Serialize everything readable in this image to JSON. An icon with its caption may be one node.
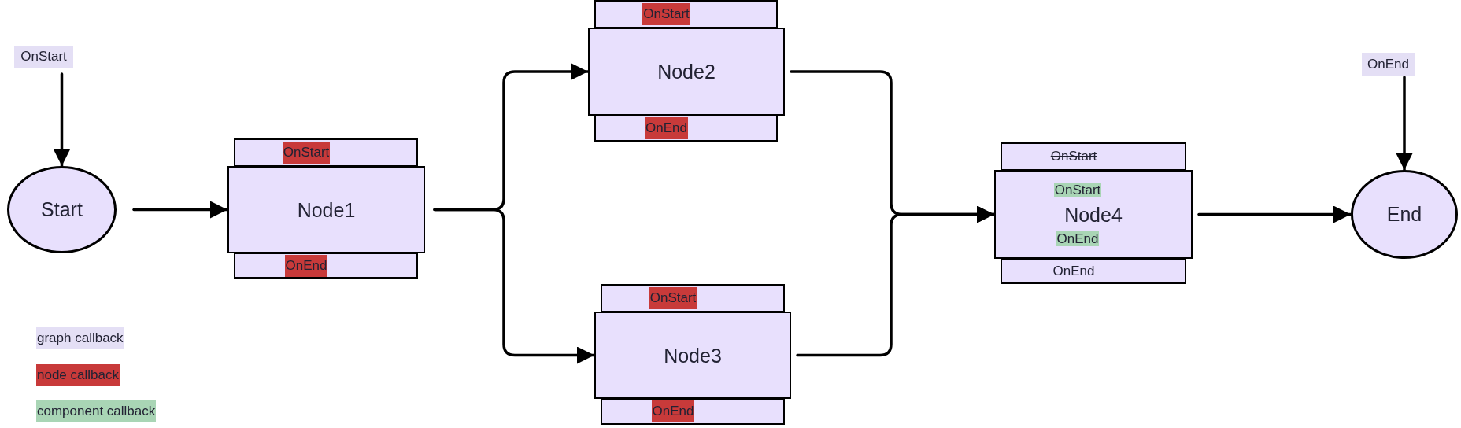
{
  "diagram": {
    "nodes": [
      {
        "text": [
          "OnStart"
        ]
      },
      {
        "text": [
          "Start"
        ]
      },
      {
        "text": [
          "OnStart"
        ]
      },
      {
        "text": [
          "Node1"
        ]
      },
      {
        "text": [
          "OnEnd"
        ]
      },
      {
        "text": [
          "OnStart"
        ]
      },
      {
        "text": [
          "Node2"
        ]
      },
      {
        "text": [
          "OnEnd"
        ]
      },
      {
        "text": [
          "OnStart"
        ]
      },
      {
        "text": [
          "Node3"
        ]
      },
      {
        "text": [
          "OnEnd"
        ]
      },
      {
        "text": [
          "OnStart"
        ]
      },
      {
        "text": [
          "OnStart",
          "Node4",
          "OnEnd"
        ]
      },
      {
        "text": [
          "OnEnd"
        ]
      },
      {
        "text": [
          "OnEnd"
        ]
      },
      {
        "text": [
          "End"
        ]
      }
    ],
    "edges": [
      {
        "from": 0,
        "to": 1,
        "arrow": "to"
      },
      {
        "from": 1,
        "to": 3,
        "arrow": "to"
      },
      {
        "from": 3,
        "to": 6,
        "arrow": "to"
      },
      {
        "from": 3,
        "to": 9,
        "arrow": "to"
      },
      {
        "from": 6,
        "to": 12,
        "arrow": "to"
      },
      {
        "from": 9,
        "to": 12,
        "arrow": "to"
      },
      {
        "from": 12,
        "to": 15,
        "arrow": "to"
      },
      {
        "from": 14,
        "to": 15,
        "arrow": "to"
      }
    ],
    "legend": [
      {
        "text": "graph callback",
        "color": "#e4dff5"
      },
      {
        "text": "node callback",
        "color": "#c83a3a"
      },
      {
        "text": "component callback",
        "color": "#a9d5b5"
      }
    ]
  }
}
